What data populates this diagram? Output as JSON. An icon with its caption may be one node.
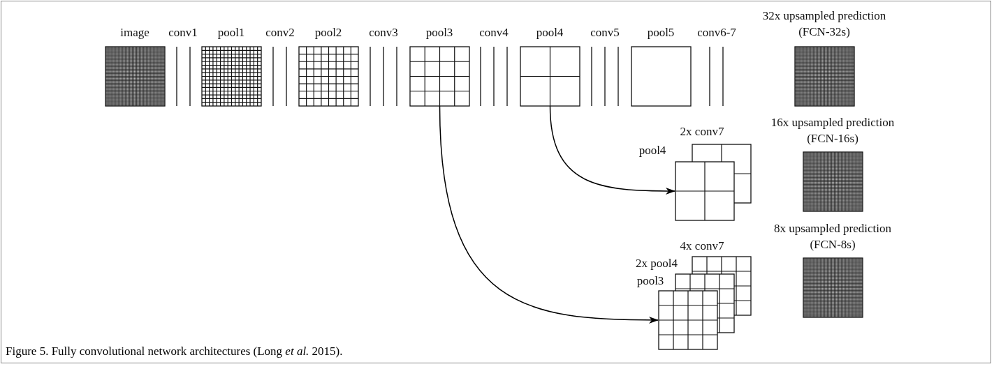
{
  "diagram": {
    "caption": "Figure 5. Fully convolutional network architectures (Long *et al.* 2015).",
    "nodes": [
      {
        "text": [
          "image"
        ]
      },
      {
        "text": [
          "conv1"
        ]
      },
      {
        "text": [
          "pool1"
        ]
      },
      {
        "text": [
          "conv2"
        ]
      },
      {
        "text": [
          "pool2"
        ]
      },
      {
        "text": [
          "conv3"
        ]
      },
      {
        "text": [
          "pool3"
        ]
      },
      {
        "text": [
          "conv4"
        ]
      },
      {
        "text": [
          "pool4"
        ]
      },
      {
        "text": [
          "conv5"
        ]
      },
      {
        "text": [
          "pool5"
        ]
      },
      {
        "text": [
          "conv6-7"
        ]
      },
      {
        "text": [
          "32x upsampled prediction (FCN-32s)"
        ]
      },
      {
        "text": [
          "2x conv7"
        ]
      },
      {
        "text": [
          "pool4"
        ]
      },
      {
        "text": [
          "16x upsampled prediction (FCN-16s)"
        ]
      },
      {
        "text": [
          "4x conv7"
        ]
      },
      {
        "text": [
          "2x pool4"
        ]
      },
      {
        "text": [
          "pool3"
        ]
      },
      {
        "text": [
          "8x upsampled prediction (FCN-8s)"
        ]
      }
    ],
    "edges": [
      {
        "from": 8,
        "to": 14,
        "arrow": "to"
      },
      {
        "from": 6,
        "to": 18,
        "arrow": "to"
      }
    ]
  }
}
